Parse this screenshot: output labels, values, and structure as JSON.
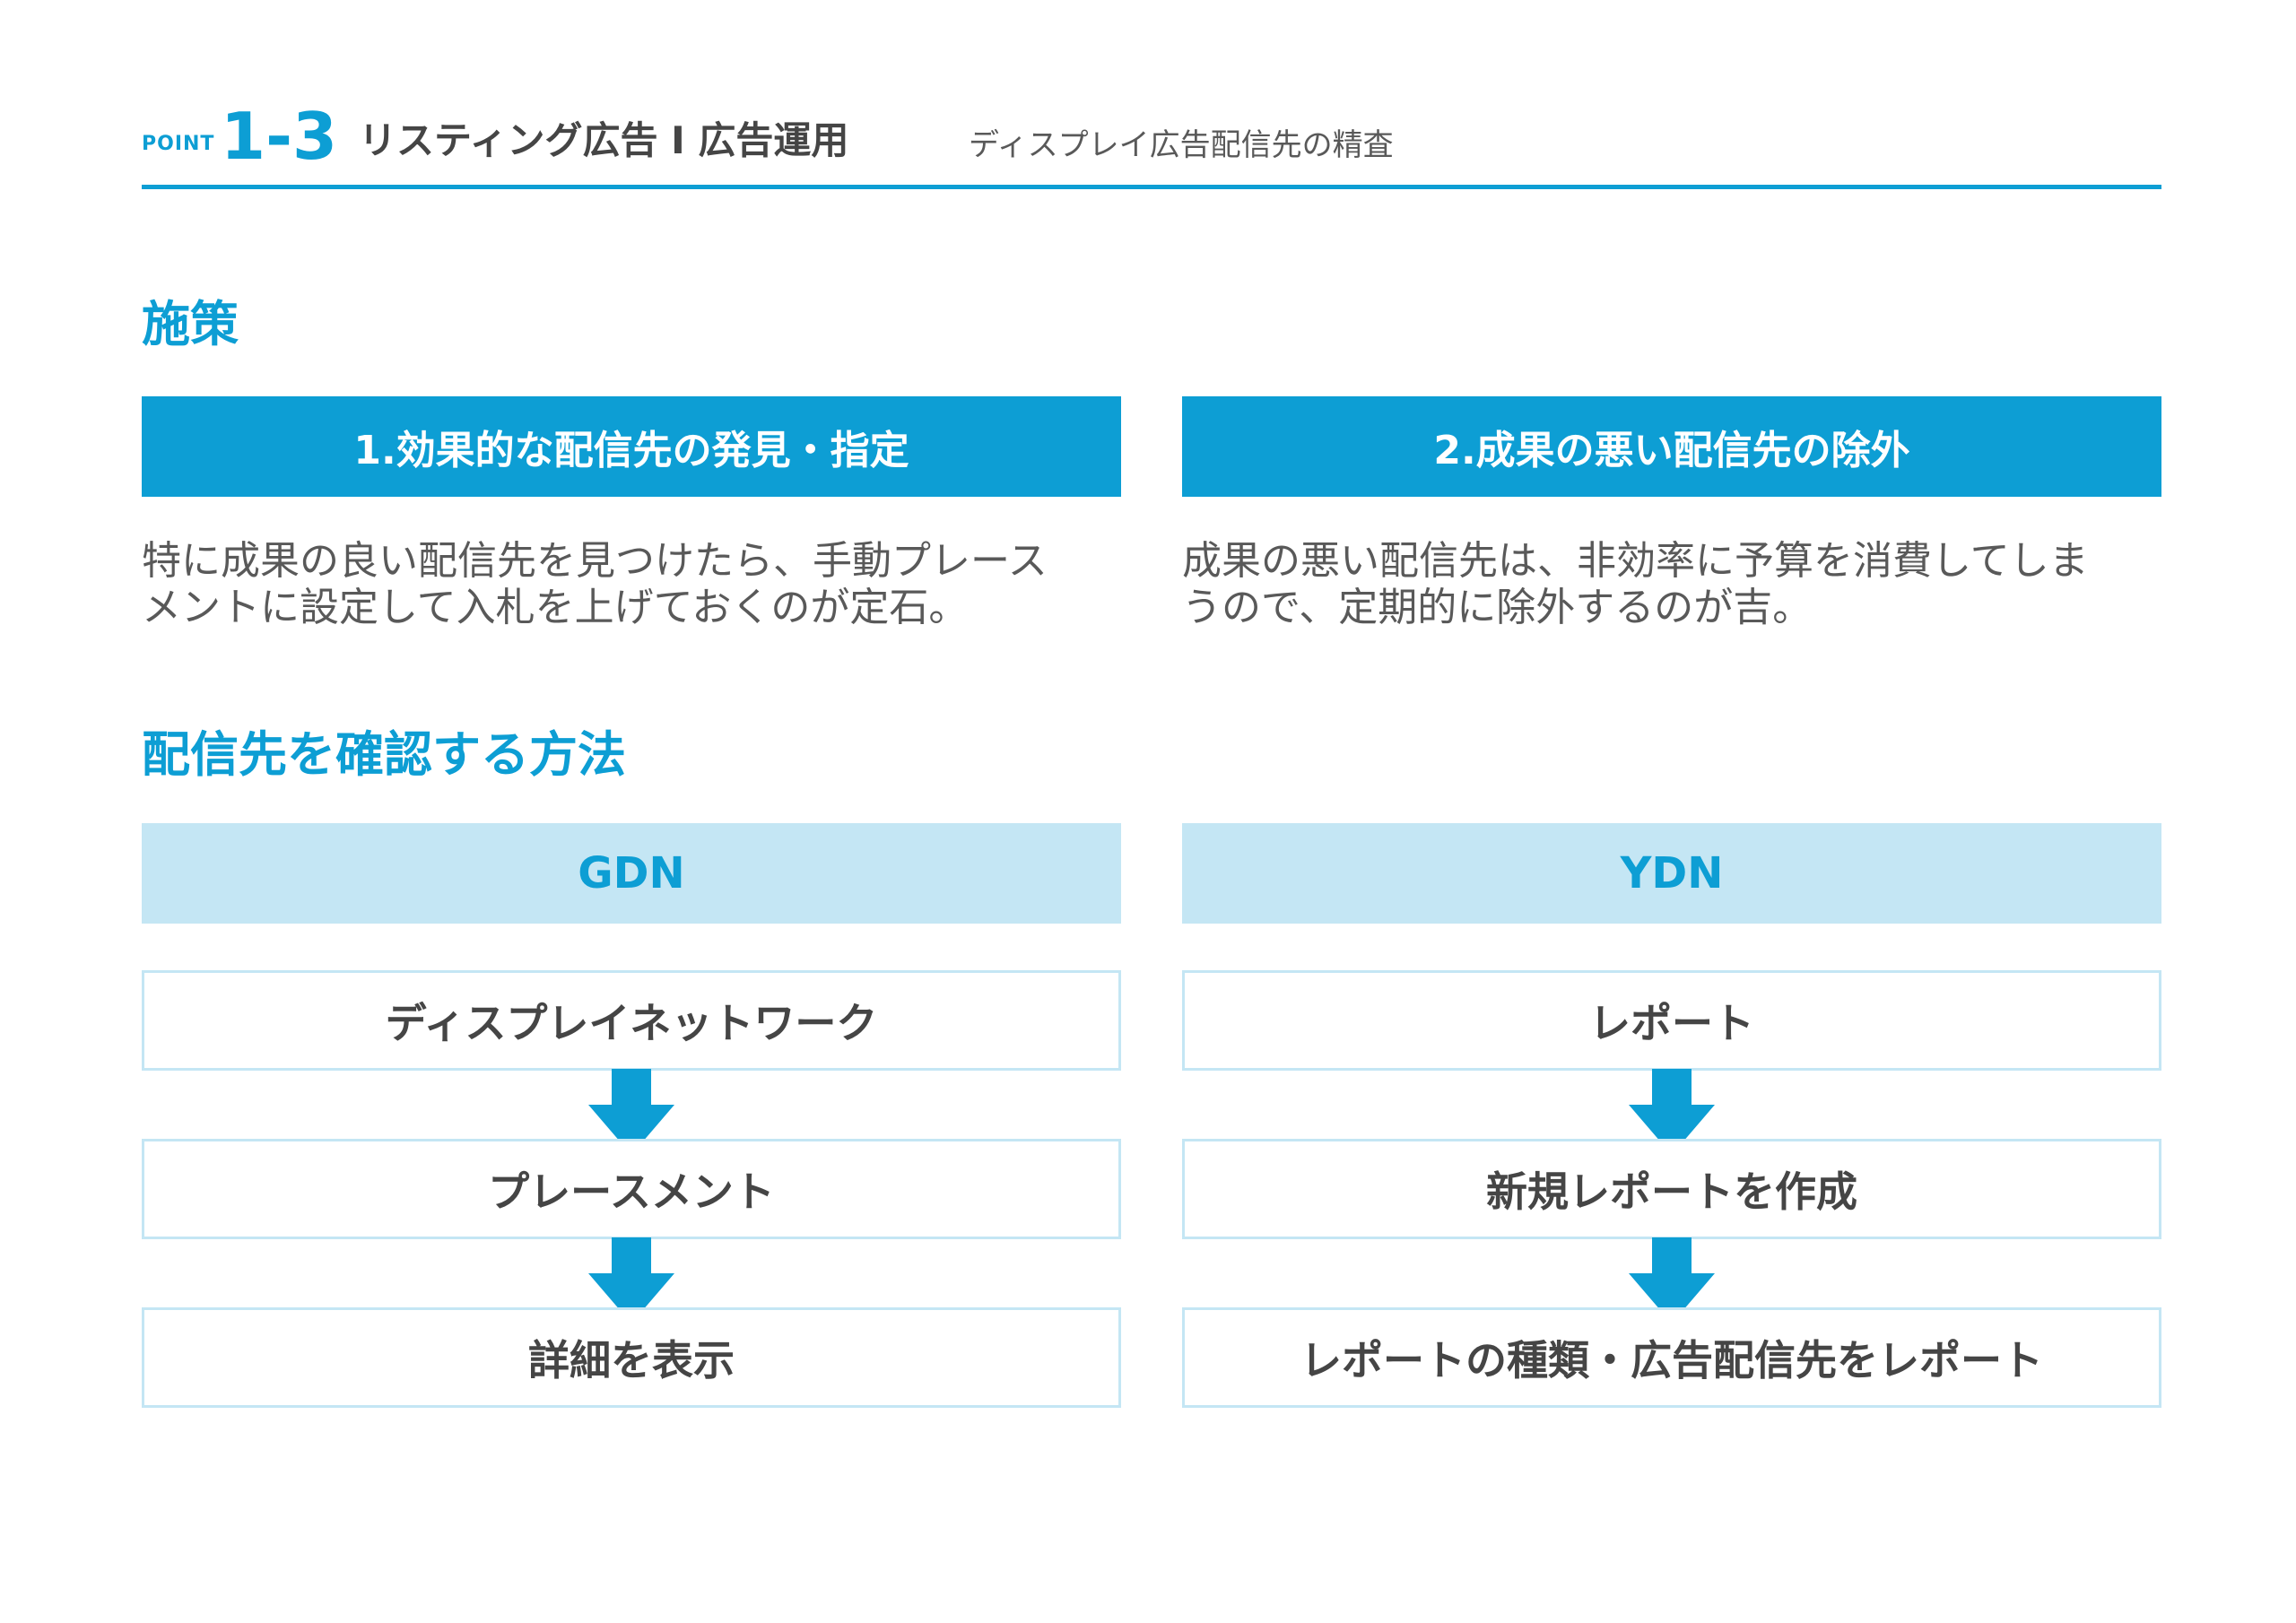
{
  "header": {
    "point_label": "POINT",
    "point_number": "1-3",
    "title": "リスティング広告 I 広告運用",
    "subtitle": "ディスプレイ広告配信先の精査"
  },
  "colors": {
    "accent": "#0d9ed4",
    "light_accent": "#c4e6f4",
    "text": "#595959",
    "heading_text": "#454545"
  },
  "measures": {
    "heading": "施策",
    "items": [
      {
        "title": "1.効果的な配信先の発見・指定",
        "lines": [
          "特に成果の良い配信先を見つけたら、手動プレース",
          "メントに設定して入札を上げておくのが定石。"
        ]
      },
      {
        "title": "2.成果の悪い配信先の除外",
        "lines": [
          "成果の悪い配信先は、非効率に予算を消費してしま",
          "うので、定期的に除外するのが吉。"
        ]
      }
    ]
  },
  "methods": {
    "heading": "配信先を確認する方法",
    "platforms": [
      {
        "name": "GDN",
        "steps": [
          "ディスプレイネットワーク",
          "プレースメント",
          "詳細を表示"
        ]
      },
      {
        "name": "YDN",
        "steps": [
          "レポート",
          "新規レポートを作成",
          "レポートの種類・広告配信先をレポート"
        ]
      }
    ]
  },
  "icons": {
    "flow_arrow": "arrow-down-icon"
  }
}
